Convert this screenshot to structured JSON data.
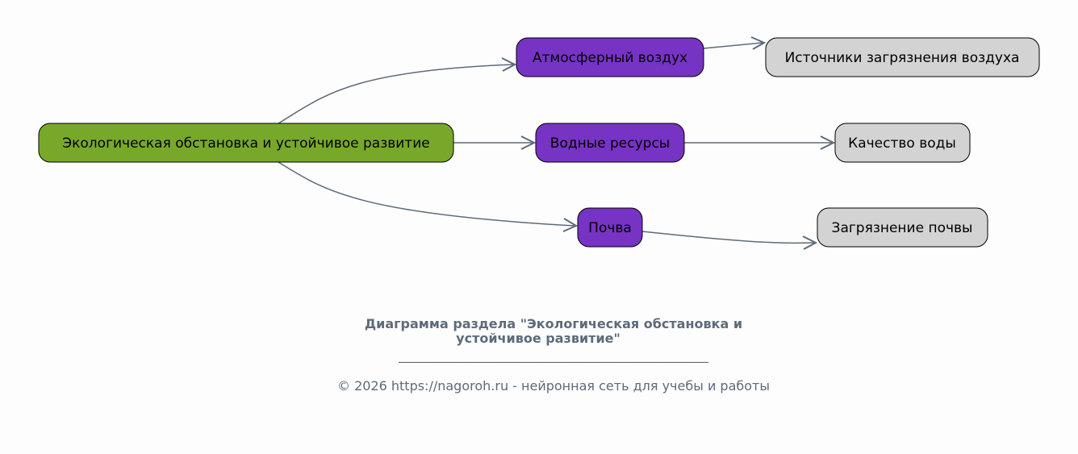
{
  "colors": {
    "root": "#78a82a",
    "level1": "#7733c4",
    "level2": "#d3d3d3",
    "edge": "#5d6b7a"
  },
  "nodes": {
    "root": "Экологическая обстановка и устойчивое развитие",
    "air": "Атмосферный воздух",
    "water": "Водные ресурсы",
    "soil": "Почва",
    "air_sources": "Источники загрязнения воздуха",
    "water_quality": "Качество воды",
    "soil_pollution": "Загрязнение почвы"
  },
  "caption": {
    "title_line1": "Диаграмма раздела \"Экологическая обстановка и",
    "title_line2": "устойчивое развитие\"",
    "separator": "________________________________________________",
    "footer": "© 2026 https://nagoroh.ru - нейронная сеть для учебы и работы"
  }
}
